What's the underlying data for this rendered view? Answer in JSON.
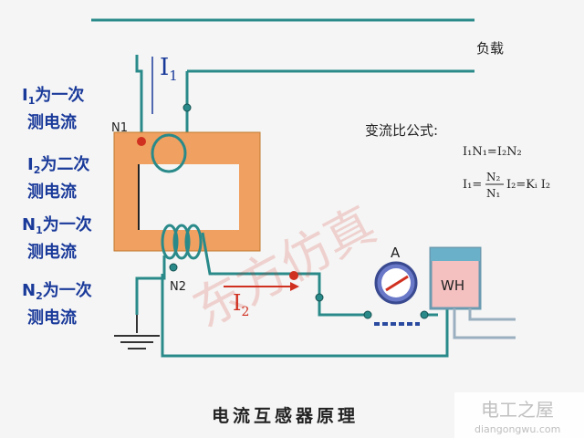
{
  "diagram": {
    "title": "电流互感器原理",
    "load_label": "负载",
    "formula_heading": "变流比公式:",
    "formula_line1": "I₁N₁=I₂N₂",
    "formula_lhs": "I₁=",
    "formula_frac_num": "N₂",
    "formula_frac_den": "N₁",
    "formula_rhs": "I₂=Kᵢ I₂",
    "primary_current_label": "I",
    "primary_current_sub": "1",
    "secondary_current_label": "I",
    "secondary_current_sub": "2",
    "n1_label": "N1",
    "n2_label": "N2",
    "ammeter_label": "A",
    "meter_label": "WH",
    "legend": [
      {
        "sym": "I",
        "sub": "1",
        "text": "为一次"
      },
      {
        "sym": "",
        "sub": "",
        "text": "测电流"
      },
      {
        "sym": "I",
        "sub": "2",
        "text": "为二次"
      },
      {
        "sym": "",
        "sub": "",
        "text": "测电流"
      },
      {
        "sym": "N",
        "sub": "1",
        "text": "为一次"
      },
      {
        "sym": "",
        "sub": "",
        "text": "测电流"
      },
      {
        "sym": "N",
        "sub": "2",
        "text": "为一次"
      },
      {
        "sym": "",
        "sub": "",
        "text": "测电流"
      }
    ],
    "watermark_brand": "电工之屋",
    "watermark_url": "diangongwu.com",
    "watermark_overlay": "东方仿真",
    "colors": {
      "wire": "#2a8a8a",
      "core": "#f0a060",
      "label_blue": "#1a3a9a",
      "accent_red": "#d03020"
    }
  }
}
